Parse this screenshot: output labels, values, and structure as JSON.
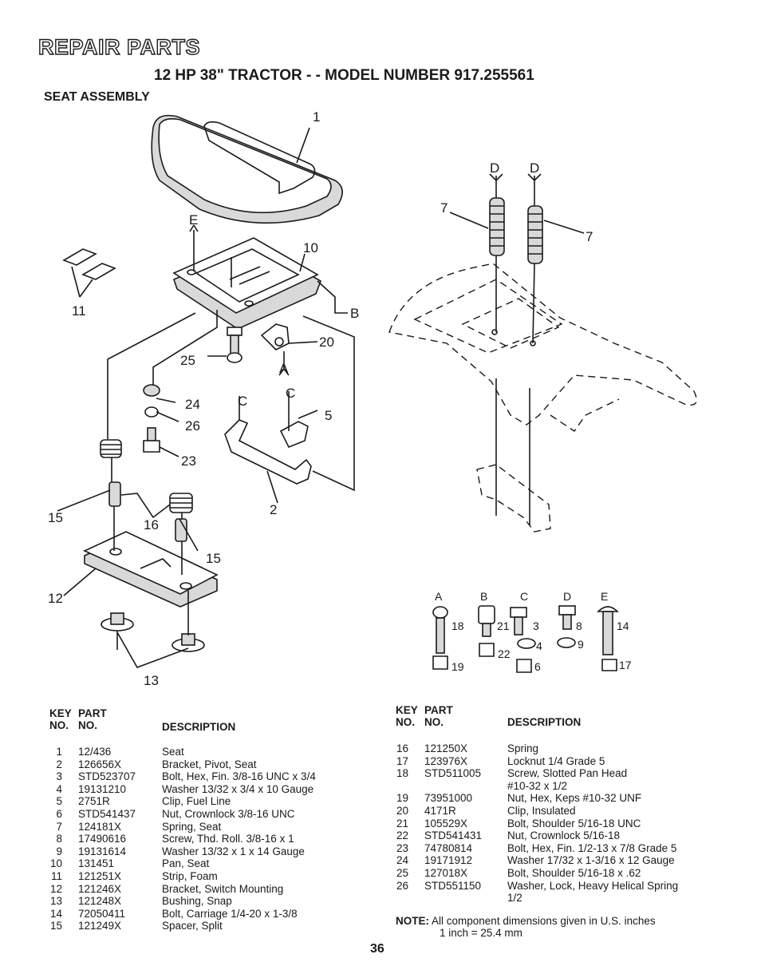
{
  "header": {
    "title": "REPAIR PARTS",
    "subtitle": "12 HP 38\" TRACTOR - - MODEL NUMBER 917.255561",
    "section": "SEAT ASSEMBLY"
  },
  "diagram": {
    "callouts": [
      "1",
      "E",
      "10",
      "11",
      "B",
      "20",
      "25",
      "A",
      "24",
      "C",
      "C",
      "5",
      "26",
      "23",
      "2",
      "15",
      "16",
      "15",
      "12",
      "13",
      "D",
      "D",
      "7",
      "7",
      "18",
      "21",
      "3",
      "8",
      "14",
      "4",
      "9",
      "22",
      "19",
      "6",
      "17"
    ],
    "hardware_letters": [
      "A",
      "B",
      "C",
      "D",
      "E"
    ]
  },
  "table": {
    "header_key": "KEY",
    "header_no": "NO.",
    "header_part": "PART",
    "header_partno": "NO.",
    "header_desc": "DESCRIPTION",
    "left_rows": [
      {
        "key": "1",
        "part": "12/436",
        "desc": "Seat"
      },
      {
        "key": "2",
        "part": "126656X",
        "desc": "Bracket, Pivot, Seat"
      },
      {
        "key": "3",
        "part": "STD523707",
        "desc": "Bolt, Hex, Fin. 3/8-16 UNC x 3/4"
      },
      {
        "key": "4",
        "part": "19131210",
        "desc": "Washer 13/32 x 3/4 x 10 Gauge"
      },
      {
        "key": "5",
        "part": "2751R",
        "desc": "Clip, Fuel Line"
      },
      {
        "key": "6",
        "part": "STD541437",
        "desc": "Nut, Crownlock 3/8-16 UNC"
      },
      {
        "key": "7",
        "part": "124181X",
        "desc": "Spring, Seat"
      },
      {
        "key": "8",
        "part": "17490616",
        "desc": "Screw, Thd. Roll. 3/8-16 x 1"
      },
      {
        "key": "9",
        "part": "19131614",
        "desc": "Washer 13/32 x 1 x 14 Gauge"
      },
      {
        "key": "10",
        "part": "131451",
        "desc": "Pan, Seat"
      },
      {
        "key": "11",
        "part": "121251X",
        "desc": "Strip, Foam"
      },
      {
        "key": "12",
        "part": "121246X",
        "desc": "Bracket, Switch Mounting"
      },
      {
        "key": "13",
        "part": "121248X",
        "desc": "Bushing, Snap"
      },
      {
        "key": "14",
        "part": "72050411",
        "desc": "Bolt, Carriage 1/4-20 x 1-3/8"
      },
      {
        "key": "15",
        "part": "121249X",
        "desc": "Spacer, Split"
      }
    ],
    "right_rows": [
      {
        "key": "16",
        "part": "121250X",
        "desc": "Spring"
      },
      {
        "key": "17",
        "part": "123976X",
        "desc": "Locknut 1/4 Grade 5"
      },
      {
        "key": "18",
        "part": "STD511005",
        "desc": "Screw, Slotted Pan Head"
      },
      {
        "key": "",
        "part": "",
        "desc": "#10-32 x 1/2"
      },
      {
        "key": "19",
        "part": "73951000",
        "desc": "Nut, Hex, Keps #10-32 UNF"
      },
      {
        "key": "20",
        "part": "4171R",
        "desc": "Clip, Insulated"
      },
      {
        "key": "21",
        "part": "105529X",
        "desc": "Bolt, Shoulder 5/16-18 UNC"
      },
      {
        "key": "22",
        "part": "STD541431",
        "desc": "Nut, Crownlock 5/16-18"
      },
      {
        "key": "23",
        "part": "74780814",
        "desc": "Bolt, Hex, Fin. 1/2-13 x 7/8 Grade 5"
      },
      {
        "key": "24",
        "part": "19171912",
        "desc": "Washer 17/32 x 1-3/16 x 12 Gauge"
      },
      {
        "key": "25",
        "part": "127018X",
        "desc": "Bolt, Shoulder 5/16-18 x .62"
      },
      {
        "key": "26",
        "part": "STD551150",
        "desc": "Washer, Lock, Heavy Helical Spring"
      },
      {
        "key": "",
        "part": "",
        "desc": "1/2"
      }
    ]
  },
  "note": {
    "label": "NOTE:",
    "line1": "All component dimensions given in U.S. inches",
    "line2": "1 inch = 25.4 mm"
  },
  "page_number": "36"
}
